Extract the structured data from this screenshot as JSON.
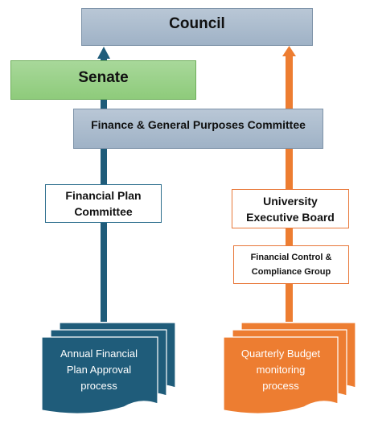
{
  "nodes": {
    "council": "Council",
    "senate": "Senate",
    "finance_general_purposes": "Finance & General Purposes Committee",
    "financial_plan_committee": "Financial Plan\nCommittee",
    "university_executive_board": "University\nExecutive Board",
    "financial_control_group": "Financial Control &\nCompliance Group"
  },
  "processes": {
    "annual": "Annual Financial\nPlan Approval\nprocess",
    "quarterly": "Quarterly Budget\nmonitoring\nprocess"
  },
  "colors": {
    "teal": "#1f5c7a",
    "orange": "#e8743a",
    "council_fill": "#a9bbcd",
    "senate_fill": "#95ce83"
  }
}
